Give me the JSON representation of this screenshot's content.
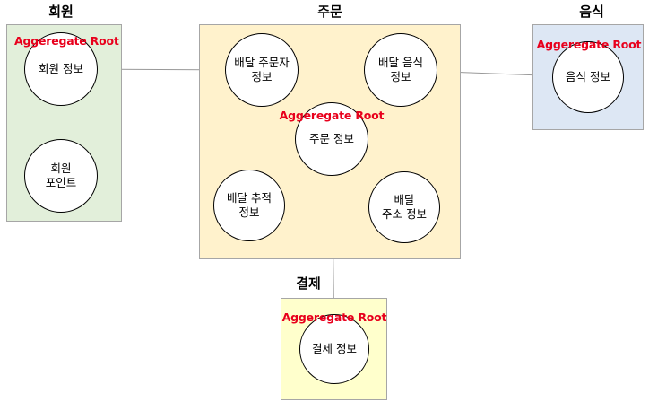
{
  "colors": {
    "member_bg": "#e2efda",
    "order_bg": "#fff2cc",
    "food_bg": "#dde7f4",
    "payment_bg": "#ffffcc",
    "box_border": "#a6a6a6",
    "link": "#999999",
    "root_label": "#e8001c"
  },
  "aggregates": {
    "member": {
      "title": "회원",
      "root_label": "Aggeregate Root",
      "entities": {
        "info": {
          "line1": "회원 정보",
          "line2": ""
        },
        "point": {
          "line1": "회원",
          "line2": "포인트"
        }
      }
    },
    "order": {
      "title": "주문",
      "root_label": "Aggeregate Root",
      "entities": {
        "orderer": {
          "line1": "배달 주문자",
          "line2": "정보"
        },
        "food": {
          "line1": "배달 음식",
          "line2": "정보"
        },
        "info": {
          "line1": "주문 정보",
          "line2": ""
        },
        "tracking": {
          "line1": "배달 추적",
          "line2": "정보"
        },
        "address": {
          "line1": "배달",
          "line2": "주소 정보"
        }
      }
    },
    "food": {
      "title": "음식",
      "root_label": "Aggeregate Root",
      "entities": {
        "info": {
          "line1": "음식 정보",
          "line2": ""
        }
      }
    },
    "payment": {
      "title": "결제",
      "root_label": "Aggeregate Root",
      "entities": {
        "info": {
          "line1": "결제 정보",
          "line2": ""
        }
      }
    }
  }
}
